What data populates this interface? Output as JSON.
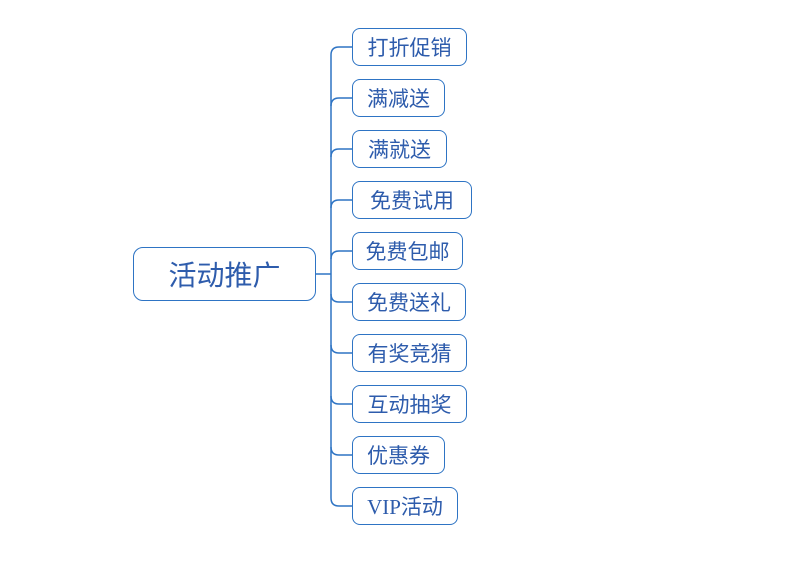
{
  "colors": {
    "line": "#2e74c4",
    "text": "#2e5cac",
    "bg": "#ffffff"
  },
  "diagram": {
    "type": "mindmap",
    "root": {
      "label": "活动推广"
    },
    "children": [
      {
        "label": "打折促销"
      },
      {
        "label": "满减送"
      },
      {
        "label": "满就送"
      },
      {
        "label": "免费试用"
      },
      {
        "label": "免费包邮"
      },
      {
        "label": "免费送礼"
      },
      {
        "label": "有奖竞猜"
      },
      {
        "label": "互动抽奖"
      },
      {
        "label": "优惠券"
      },
      {
        "label": "VIP活动"
      }
    ]
  }
}
